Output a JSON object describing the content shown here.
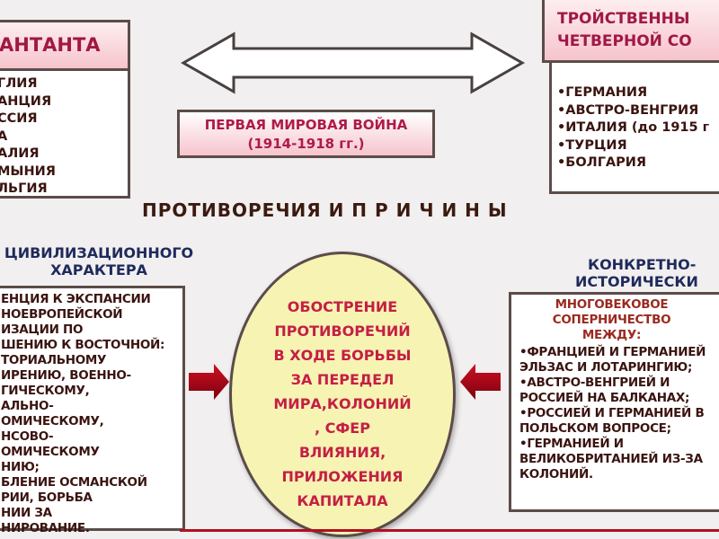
{
  "entente": {
    "title": "АНТАНТА",
    "items": [
      "ГЛИЯ",
      "АНЦИЯ",
      "ССИЯ",
      "А",
      "АЛИЯ",
      "МЫНИЯ",
      "ЛЬГИЯ"
    ]
  },
  "triple": {
    "title_lines": [
      "ТРОЙСТВЕННЫ",
      "ЧЕТВЕРНОЙ СО"
    ],
    "items": [
      "•ГЕРМАНИЯ",
      "•АВСТРО-ВЕНГРИЯ",
      "•ИТАЛИЯ (до 1915 г",
      "•ТУРЦИЯ",
      "•БОЛГАРИЯ"
    ]
  },
  "war": {
    "title": "ПЕРВАЯ МИРОВАЯ ВОЙНА",
    "years": "(1914-1918 гг.)"
  },
  "heading": "ПРОТИВОРЕЧИЯ И П Р И Ч И Н Ы",
  "civil": {
    "heading_lines": [
      "ЦИВИЛИЗАЦИОННОГО",
      "ХАРАКТЕРА"
    ],
    "lines": [
      "ЕНЦИЯ К ЭКСПАНСИИ",
      "НОЕВРОПЕЙСКОЙ",
      "ИЗАЦИИ ПО",
      "ШЕНИЮ К ВОСТОЧНОЙ:",
      "ТОРИАЛЬНОМУ",
      "ИРЕНИЮ, ВОЕННО-",
      "ГИЧЕСКОМУ,",
      "АЛЬНО-",
      "ОМИЧЕСКОМУ,",
      "НСОВО-",
      "ОМИЧЕСКОМУ",
      "НИЮ;",
      "БЛЕНИЕ ОСМАНСКОЙ",
      "РИИ, БОРЬБА",
      "НИИ ЗА",
      "НИРОВАНИЕ."
    ]
  },
  "center": {
    "lines": [
      "ОБОСТРЕНИЕ",
      "ПРОТИВОРЕЧИЙ",
      "В ХОДЕ БОРЬБЫ",
      "ЗА ПЕРЕДЕЛ",
      "МИРА,КОЛОНИЙ",
      ", СФЕР",
      "ВЛИЯНИЯ,",
      "ПРИЛОЖЕНИЯ",
      "КАПИТАЛА"
    ]
  },
  "concrete": {
    "heading_lines": [
      "КОНКРЕТНО-",
      "ИСТОРИЧЕСКИ"
    ],
    "subtitle_lines": [
      "МНОГОВЕКОВОЕ",
      "СОПЕРНИЧЕСТВО",
      "МЕЖДУ:"
    ],
    "lines": [
      "•ФРАНЦИЕЙ И ГЕРМАНИЕЙ",
      "ЭЛЬЗАС И ЛОТАРИНГИЮ;",
      "•АВСТРО-ВЕНГРИЕЙ И",
      "РОССИЕЙ НА БАЛКАНАХ;",
      "•РОССИЕЙ И ГЕРМАНИЕЙ В",
      "ПОЛЬСКОМ ВОПРОСЕ;",
      "•ГЕРМАНИЕЙ И",
      "ВЕЛИКОБРИТАНИЕЙ ИЗ-ЗА",
      "КОЛОНИЙ."
    ]
  },
  "colors": {
    "accent": "#a01846",
    "navy": "#1f2a5c",
    "circle": "#f7f3b3"
  }
}
